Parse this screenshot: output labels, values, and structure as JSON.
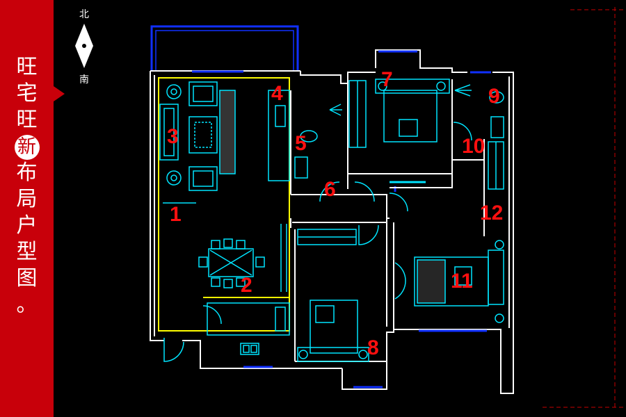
{
  "sidebar": {
    "title_chars": [
      "旺",
      "宅",
      "旺",
      "新",
      "布",
      "局",
      "户",
      "型",
      "图",
      "。"
    ],
    "highlight_index": 3,
    "background_color": "#c8000a"
  },
  "compass": {
    "north_label": "北",
    "south_label": "南"
  },
  "room_numbers": [
    "1",
    "2",
    "3",
    "4",
    "5",
    "6",
    "7",
    "8",
    "9",
    "10",
    "11",
    "12"
  ],
  "colors": {
    "walls": "#ffffff",
    "windows": "#1030ff",
    "fixtures": "#00e5ff",
    "labels": "#ff1010",
    "living_outline": "#ffff00",
    "border": "#c80000"
  }
}
